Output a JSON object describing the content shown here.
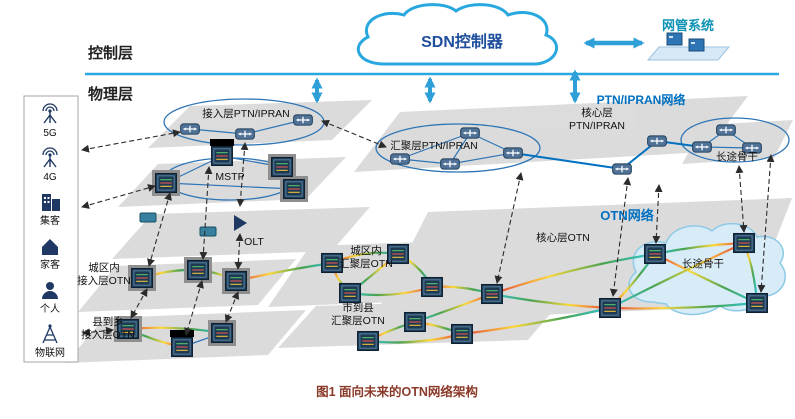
{
  "top": {
    "sdn_controller": "SDN控制器",
    "nms": "网管系统"
  },
  "layers": {
    "control": "控制层",
    "physical": "物理层"
  },
  "sidebar": {
    "items": [
      {
        "label": "5G",
        "icon": "antenna-5g-icon"
      },
      {
        "label": "4G",
        "icon": "antenna-4g-icon"
      },
      {
        "label": "集客",
        "icon": "building-icon"
      },
      {
        "label": "家客",
        "icon": "home-icon"
      },
      {
        "label": "个人",
        "icon": "person-icon"
      },
      {
        "label": "物联网",
        "icon": "iot-tower-icon"
      }
    ]
  },
  "ptn": {
    "network_label": "PTN/IPRAN网络",
    "access": "接入层PTN/IPRAN",
    "aggregation": "汇聚层PTN/IPRAN",
    "core_line1": "核心层",
    "core_line2": "PTN/IPRAN",
    "backbone": "长途骨干"
  },
  "legacy": {
    "mstp": "MSTP",
    "olt": "OLT"
  },
  "otn": {
    "network_label": "OTN网络",
    "core": "核心层OTN",
    "metro_agg_line1": "城区内",
    "metro_agg_line2": "汇聚层OTN",
    "county_agg_line1": "市到县",
    "county_agg_line2": "汇聚层OTN",
    "metro_access_line1": "城区内",
    "metro_access_line2": "接入层OTN",
    "rural_access_line1": "县到乡",
    "rural_access_line2": "接入层OTN",
    "backbone": "长途骨干"
  },
  "caption": "图1  面向未来的OTN网络架构",
  "colors": {
    "accent_blue": "#29a8e0",
    "deep_blue": "#0070c0",
    "sdn_text": "#1f4e9c",
    "nms_teal": "#0e93b4",
    "plane_gray": "#d9d9d9",
    "caption": "#8b3a2a"
  }
}
